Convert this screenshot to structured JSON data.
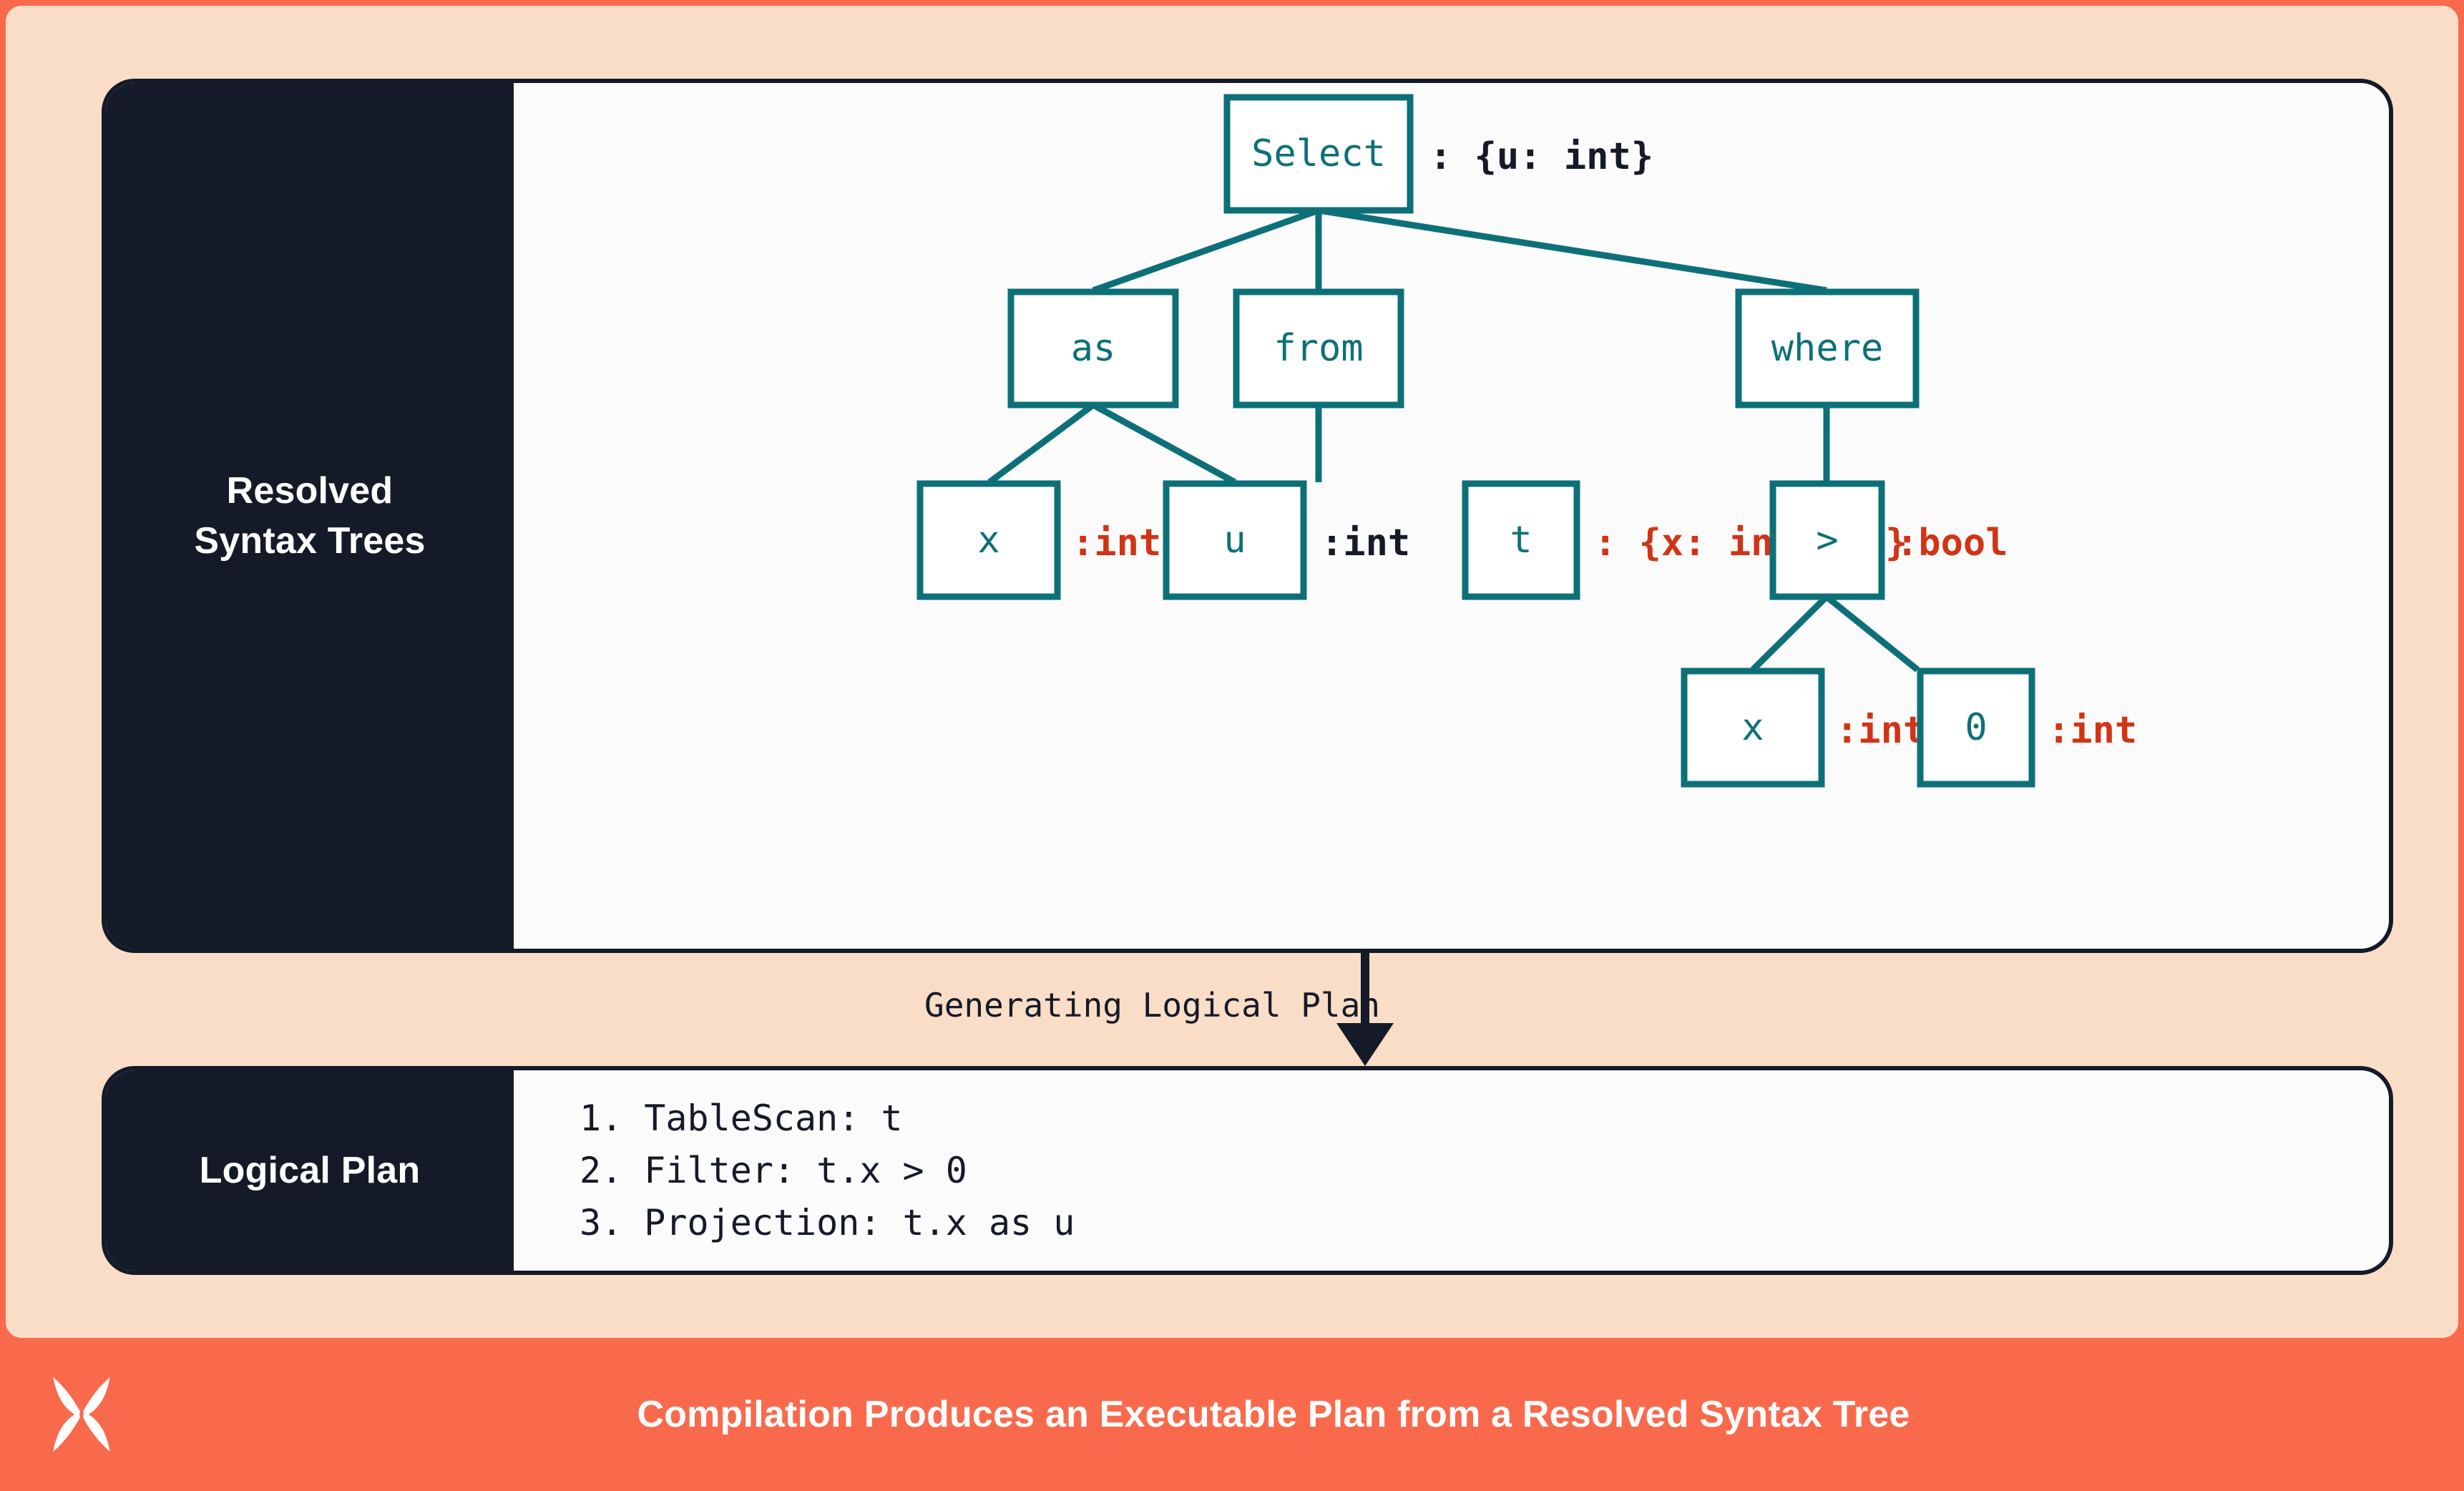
{
  "colors": {
    "page_border": "#f96a4c",
    "panel_bg": "#f9ddc7",
    "card_bg": "#fbfbfc",
    "card_border": "#141a28",
    "sidebar_bg": "#141a28",
    "node_stroke": "#0d7078",
    "annotation_red": "#d13415",
    "annotation_dark": "#141a28",
    "text_light": "#ffffff"
  },
  "sections": {
    "syntax_trees": {
      "label_line1": "Resolved",
      "label_line2": "Syntax Trees"
    },
    "logical_plan": {
      "label": "Logical Plan"
    }
  },
  "connector": {
    "label": "Generating Logical Plan",
    "arrow": "down-arrow-icon"
  },
  "tree": {
    "nodes": [
      {
        "id": "select",
        "label": "Select",
        "annotation": ": {u: int}",
        "annotation_color": "dark"
      },
      {
        "id": "as",
        "label": "as",
        "annotation": "",
        "annotation_color": "none"
      },
      {
        "id": "from",
        "label": "from",
        "annotation": "",
        "annotation_color": "none"
      },
      {
        "id": "where",
        "label": "where",
        "annotation": "",
        "annotation_color": "none"
      },
      {
        "id": "as-x",
        "label": "x",
        "annotation": ":int",
        "annotation_color": "red"
      },
      {
        "id": "as-u",
        "label": "u",
        "annotation": ":int",
        "annotation_color": "dark"
      },
      {
        "id": "from-t",
        "label": "t",
        "annotation": ": {x: int,...}",
        "annotation_color": "red"
      },
      {
        "id": "gt",
        "label": ">",
        "annotation": ":bool",
        "annotation_color": "red"
      },
      {
        "id": "gt-x",
        "label": "x",
        "annotation": ":int",
        "annotation_color": "red"
      },
      {
        "id": "gt-0",
        "label": "0",
        "annotation": ":int",
        "annotation_color": "red"
      }
    ],
    "edges": [
      {
        "from": "select",
        "to": "as"
      },
      {
        "from": "select",
        "to": "from"
      },
      {
        "from": "select",
        "to": "where"
      },
      {
        "from": "as",
        "to": "as-x"
      },
      {
        "from": "as",
        "to": "as-u"
      },
      {
        "from": "from",
        "to": "from-t"
      },
      {
        "from": "where",
        "to": "gt"
      },
      {
        "from": "gt",
        "to": "gt-x"
      },
      {
        "from": "gt",
        "to": "gt-0"
      }
    ]
  },
  "plan": {
    "steps": [
      "1. TableScan: t",
      "2. Filter: t.x > 0",
      "3. Projection: t.x as u"
    ]
  },
  "footer": {
    "logo": "butterfly-x-logo-icon",
    "caption": "Compilation Produces an Executable Plan from a Resolved Syntax Tree"
  }
}
